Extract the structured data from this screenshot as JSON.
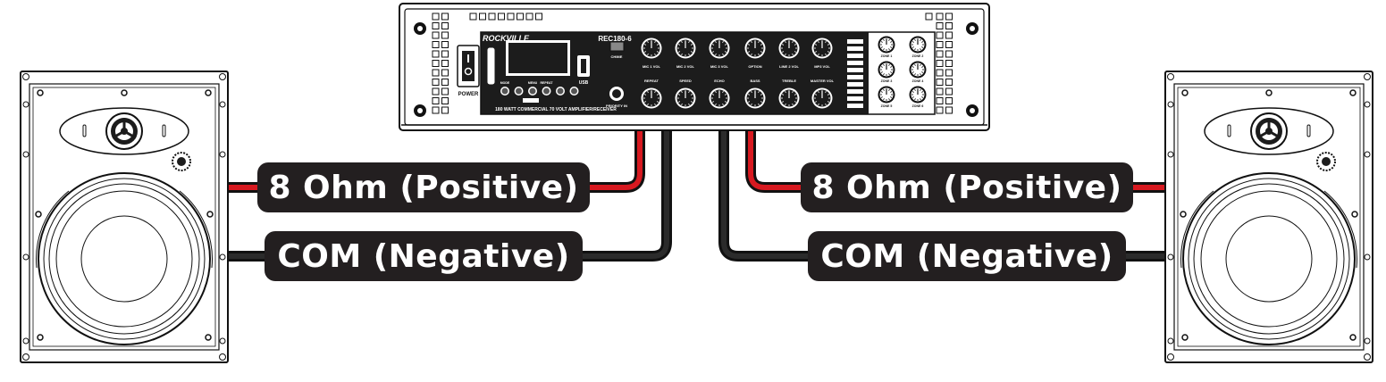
{
  "amplifier": {
    "brand": "ROCKVILLE",
    "model": "REC180-6",
    "power_label": "POWER",
    "chime_label": "CHIME",
    "priority_label": "PRIORITY IN",
    "usb_label": "USB",
    "front_text": "180 WATT COMMERCIAL 70 VOLT AMPLIFIER/RECEIVER",
    "player_buttons": [
      "MODE",
      "",
      "MENU",
      "REPEAT",
      "",
      ""
    ],
    "top_knobs": [
      "MIC 1 VOL",
      "MIC 2 VOL",
      "MIC 3 VOL",
      "OPTION",
      "LINE 2 VOL",
      "MP3 VOL"
    ],
    "bottom_knobs": [
      "REPEAT",
      "SPEED",
      "ECHO",
      "BASS",
      "TREBLE",
      "MASTER VOL"
    ],
    "zone_knobs": [
      "ZONE 1",
      "ZONE 2",
      "ZONE 3",
      "ZONE 4",
      "ZONE 5",
      "ZONE 6"
    ]
  },
  "connections": {
    "left_positive": "8 Ohm (Positive)",
    "left_negative": "COM (Negative)",
    "right_positive": "8 Ohm (Positive)",
    "right_negative": "COM (Negative)"
  },
  "colors": {
    "positive_wire": "#d71920",
    "negative_wire": "#2b2b2b",
    "label_bg": "#231f20",
    "label_text": "#ffffff"
  },
  "speakers": [
    "left-in-wall-speaker",
    "right-in-wall-speaker"
  ]
}
